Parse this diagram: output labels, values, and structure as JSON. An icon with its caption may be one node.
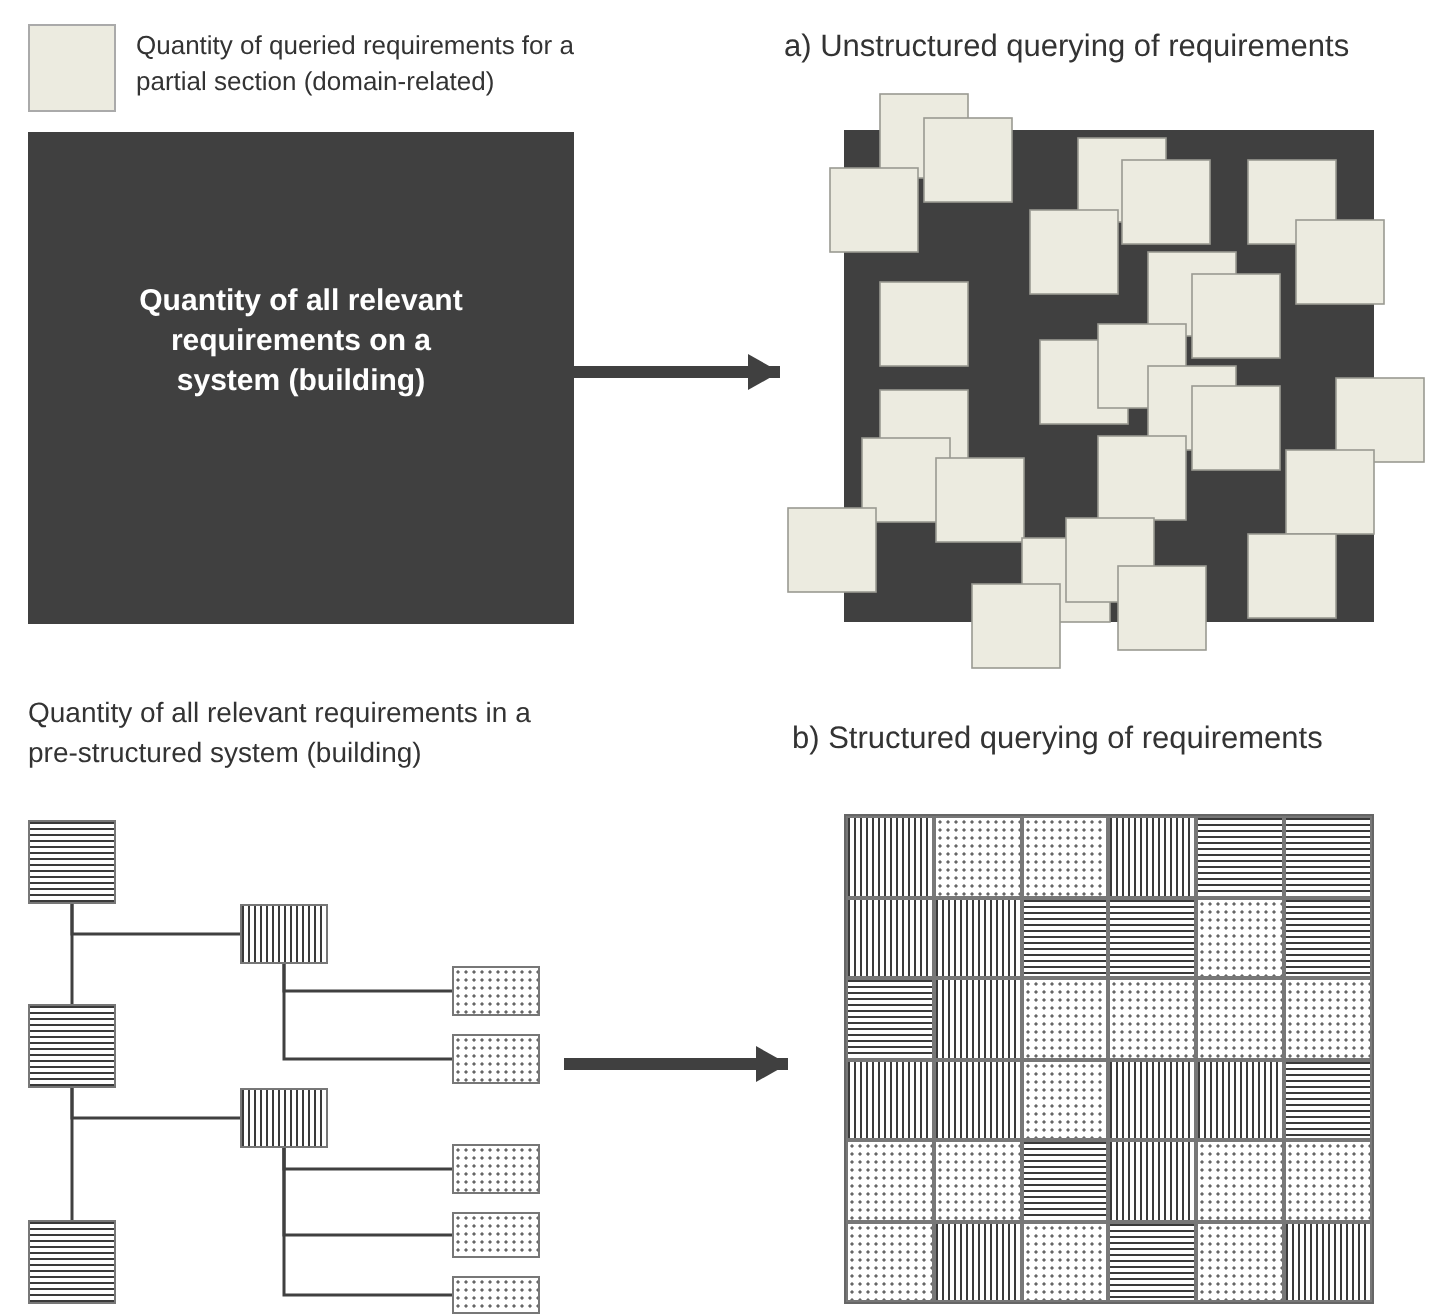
{
  "diagram": {
    "nodes": [
      {
        "text": [
          "Quantity of all relevant requirements on a system (building)"
        ]
      },
      {
        "text": [
          "a) Unstructured querying of requirements"
        ]
      },
      {
        "text": [
          "Quantity of all relevant requirements in a pre-structured system (building)"
        ]
      },
      {
        "text": [],
        "shape": "box",
        "in": 2
      },
      {
        "text": [],
        "shape": "box",
        "in": 2
      },
      {
        "text": [],
        "shape": "box",
        "in": 2
      },
      {
        "text": [],
        "shape": "box",
        "in": 2
      },
      {
        "text": [],
        "shape": "box",
        "in": 2
      },
      {
        "text": [],
        "shape": "box",
        "in": 2
      },
      {
        "text": [],
        "shape": "box",
        "in": 2
      },
      {
        "text": [],
        "shape": "box",
        "in": 2
      },
      {
        "text": [],
        "shape": "box",
        "in": 2
      },
      {
        "text": [],
        "shape": "box",
        "in": 2
      },
      {
        "text": [
          "b) Structured querying of requirements"
        ]
      }
    ],
    "edges": [
      {
        "from": 0,
        "to": 1,
        "arrow": "to",
        "style": "thick"
      },
      {
        "from": 2,
        "to": 13,
        "arrow": "to",
        "style": "thick"
      },
      {
        "from": 3,
        "to": 4,
        "arrow": "none"
      },
      {
        "from": 3,
        "to": 6,
        "arrow": "none"
      },
      {
        "from": 4,
        "to": 5,
        "arrow": "none"
      },
      {
        "from": 4,
        "to": 7,
        "arrow": "none"
      },
      {
        "from": 6,
        "to": 8,
        "arrow": "none"
      },
      {
        "from": 6,
        "to": 9,
        "arrow": "none"
      },
      {
        "from": 7,
        "to": 10,
        "arrow": "none"
      },
      {
        "from": 7,
        "to": 11,
        "arrow": "none"
      },
      {
        "from": 7,
        "to": 12,
        "arrow": "none"
      }
    ],
    "legend": [
      {
        "text": "Quantity of queried requirements for a partial section (domain-related)",
        "color": "#ecebe0"
      }
    ]
  }
}
